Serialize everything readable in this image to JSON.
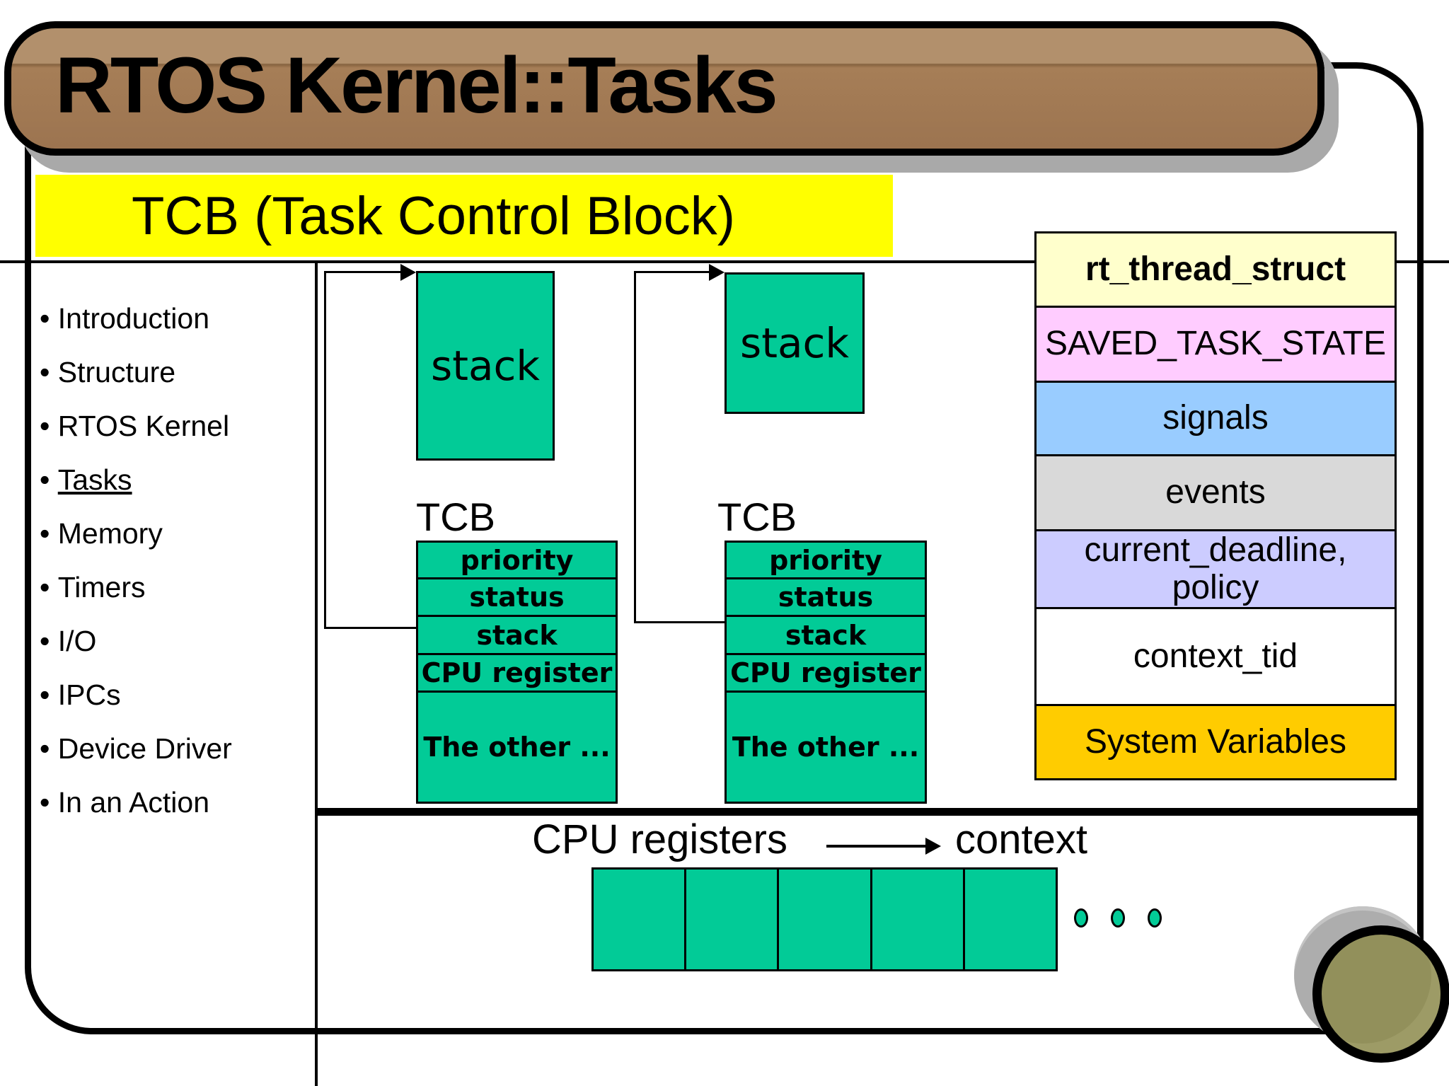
{
  "colors": {
    "green": "#02CB97",
    "banner-brown": "#9C7450",
    "banner-light": "#B2906C",
    "banner-shadow": "#A9A9A9",
    "yellow": "#FFFF00",
    "circle-shadow": "#ADADAD",
    "olive": "#8F8C4F"
  },
  "title": {
    "text": "RTOS Kernel::Tasks"
  },
  "subtitle": {
    "text": "TCB (Task Control Block)"
  },
  "sidebar": {
    "items": [
      {
        "label": "Introduction"
      },
      {
        "label": "Structure"
      },
      {
        "label": "RTOS Kernel"
      },
      {
        "label": "Tasks"
      },
      {
        "label": "Memory"
      },
      {
        "label": "Timers"
      },
      {
        "label": "I/O"
      },
      {
        "label": "IPCs"
      },
      {
        "label": "Device Driver"
      },
      {
        "label": "In an Action"
      }
    ]
  },
  "diagram": {
    "stack1_label": "stack",
    "stack2_label": "stack",
    "tcb1": {
      "title": "TCB",
      "rows": [
        "priority",
        "status",
        "stack",
        "CPU register",
        "The other ..."
      ]
    },
    "tcb2": {
      "title": "TCB",
      "rows": [
        "priority",
        "status",
        "stack",
        "CPU register",
        "The other ..."
      ]
    },
    "struct_table": {
      "rows": [
        {
          "label": "rt_thread_struct",
          "color": "#FFFFCC"
        },
        {
          "label": "SAVED_TASK_STATE",
          "color": "#FFCCFF"
        },
        {
          "label": "signals",
          "color": "#99CCFF"
        },
        {
          "label": "events",
          "color": "#D9D9D9"
        },
        {
          "label": "current_deadline, policy",
          "color": "#CCCCFF"
        },
        {
          "label": "context_tid",
          "color": "#FFFFFF"
        },
        {
          "label": "System Variables",
          "color": "#FFCC00"
        }
      ]
    }
  },
  "bottom": {
    "cpu_label": "CPU registers",
    "context_label": "context"
  }
}
